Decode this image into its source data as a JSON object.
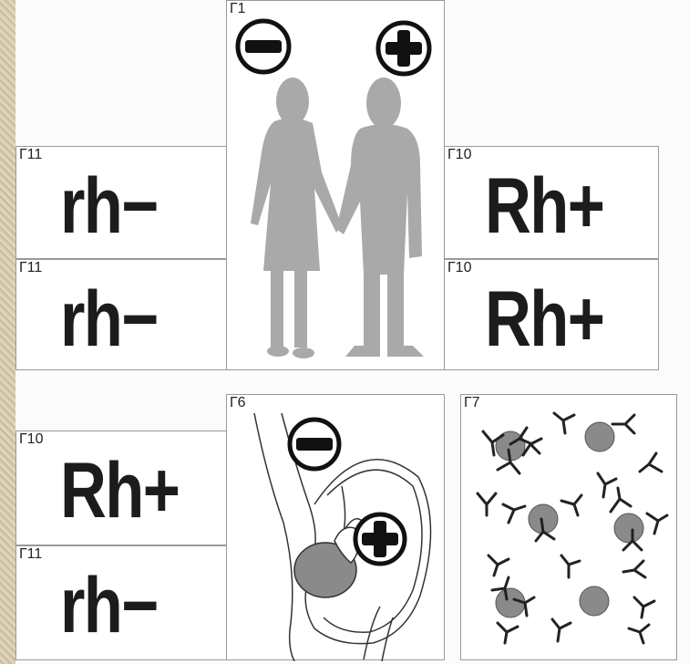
{
  "panels": {
    "g1": {
      "label": "Г1"
    },
    "g6": {
      "label": "Г6"
    },
    "g7": {
      "label": "Г7"
    },
    "left_top_1": {
      "label": "Г11",
      "text": "rh−"
    },
    "left_top_2": {
      "label": "Г11",
      "text": "rh−"
    },
    "right_top_1": {
      "label": "Г10",
      "text": "Rh+"
    },
    "right_top_2": {
      "label": "Г10",
      "text": "Rh+"
    },
    "left_bottom_1": {
      "label": "Г10",
      "text": "Rh+"
    },
    "left_bottom_2": {
      "label": "Г11",
      "text": "rh−"
    }
  },
  "colors": {
    "figure": "#a9a9a9",
    "antigen": "#8a8a8a",
    "border": "#9a9a9a",
    "text": "#1c1c1c"
  },
  "icons": [
    "minus-icon",
    "plus-icon",
    "couple-silhouette",
    "pregnant-woman-cross-section",
    "antibody-icon",
    "antigen-cell-icon"
  ]
}
